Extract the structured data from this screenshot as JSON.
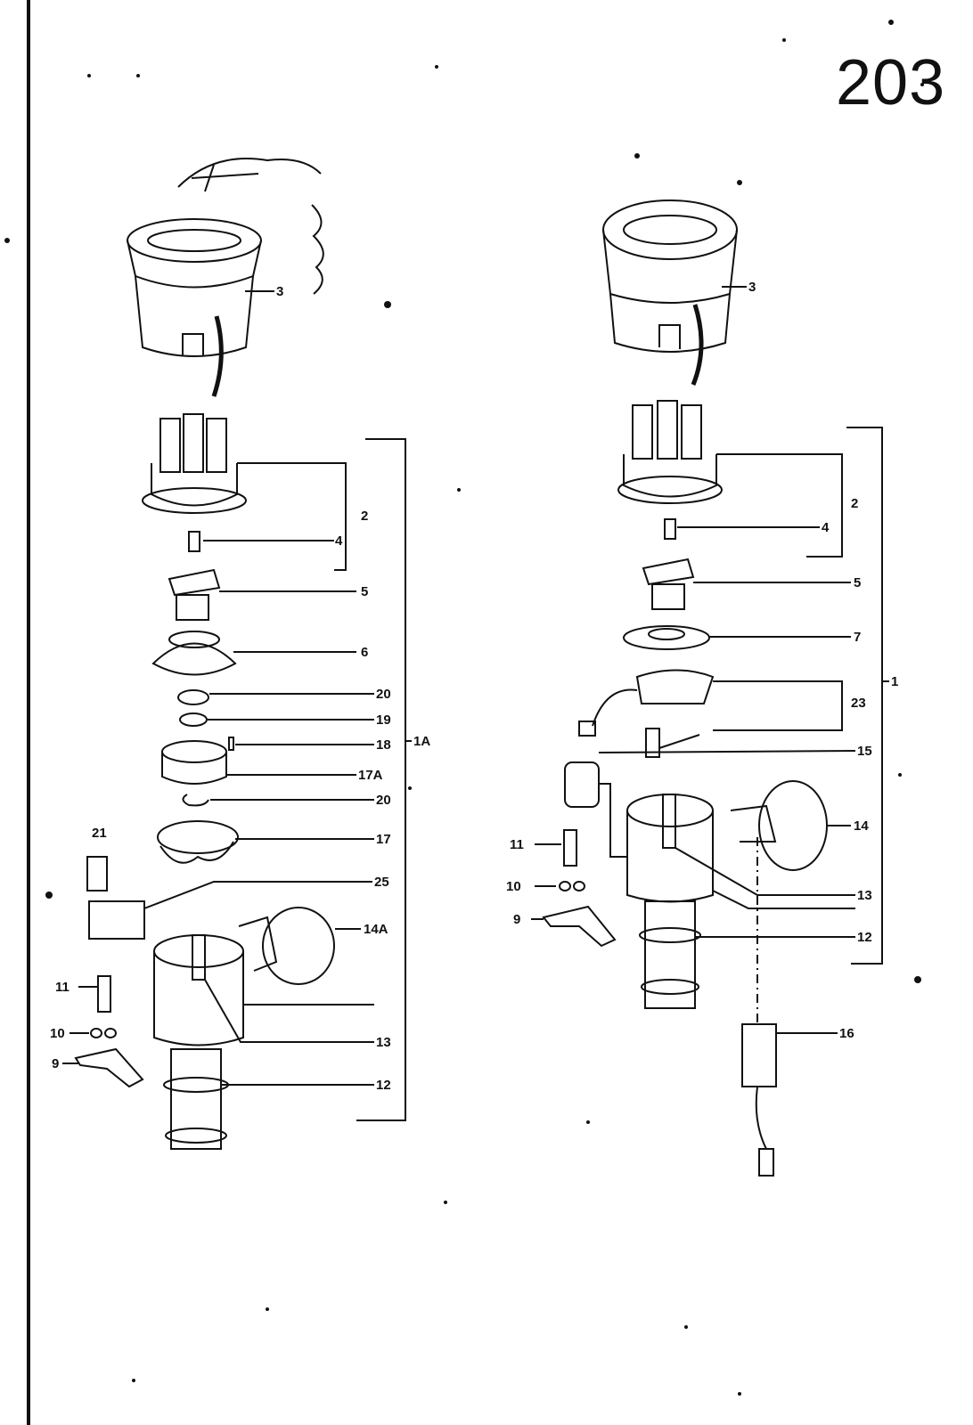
{
  "page_number": "203",
  "left_assembly": {
    "callouts": [
      "3",
      "2",
      "4",
      "5",
      "6",
      "20",
      "19",
      "18",
      "1A",
      "17A",
      "20",
      "17",
      "21",
      "25",
      "14A",
      "11",
      "10",
      "9",
      "13",
      "12"
    ]
  },
  "right_assembly": {
    "callouts": [
      "3",
      "2",
      "4",
      "5",
      "7",
      "1",
      "23",
      "15",
      "14",
      "11",
      "13",
      "10",
      "9",
      "12",
      "16"
    ]
  }
}
